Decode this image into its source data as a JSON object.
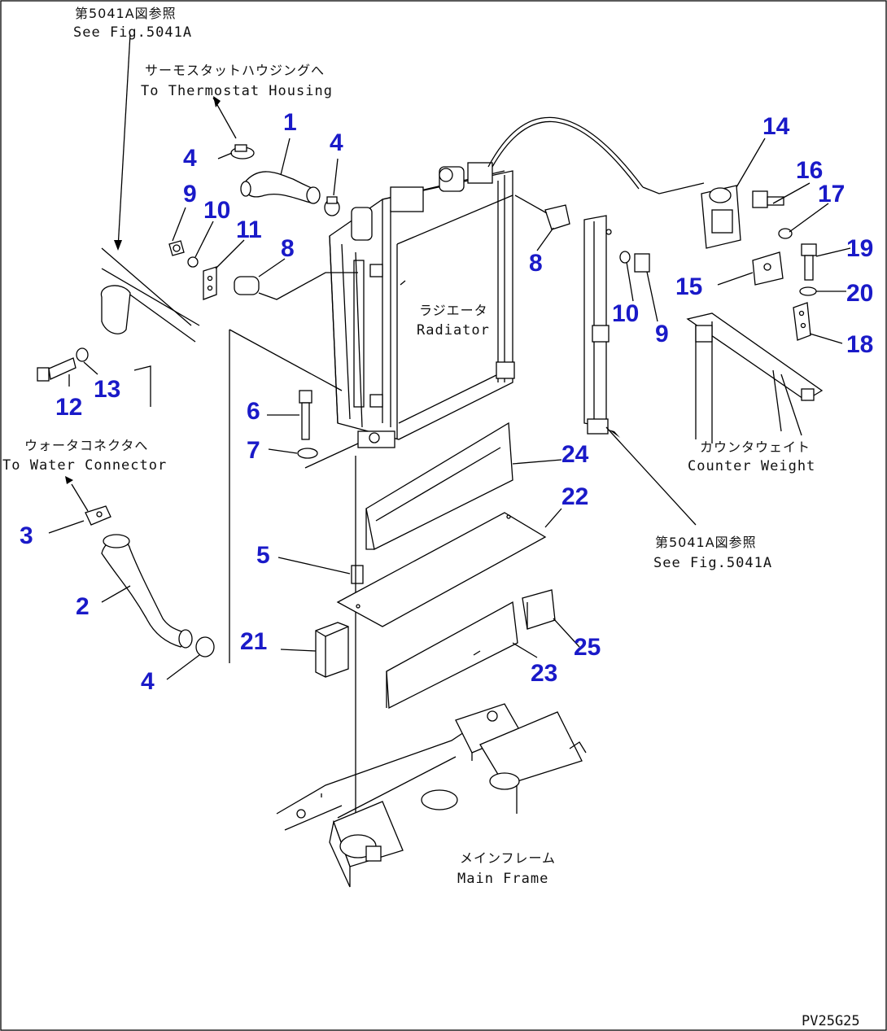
{
  "labels": {
    "see_fig_top_jp": "第5041A図参照",
    "see_fig_top_en": "See Fig.5041A",
    "thermostat_jp": "サーモスタットハウジングへ",
    "thermostat_en": "To Thermostat Housing",
    "radiator_jp": "ラジエータ",
    "radiator_en": "Radiator",
    "water_jp": "ウォータコネクタへ",
    "water_en": "To Water Connector",
    "counter_jp": "カウンタウェイト",
    "counter_en": "Counter Weight",
    "see_fig_right_jp": "第5041A図参照",
    "see_fig_right_en": "See Fig.5041A",
    "main_frame_jp": "メインフレーム",
    "main_frame_en": "Main Frame",
    "drawing_code": "PV25G25"
  },
  "callouts": [
    {
      "id": "c1",
      "text": "1"
    },
    {
      "id": "c2",
      "text": "2"
    },
    {
      "id": "c3",
      "text": "3"
    },
    {
      "id": "c4a",
      "text": "4"
    },
    {
      "id": "c4b",
      "text": "4"
    },
    {
      "id": "c4c",
      "text": "4"
    },
    {
      "id": "c5",
      "text": "5"
    },
    {
      "id": "c6",
      "text": "6"
    },
    {
      "id": "c7",
      "text": "7"
    },
    {
      "id": "c8a",
      "text": "8"
    },
    {
      "id": "c8b",
      "text": "8"
    },
    {
      "id": "c9a",
      "text": "9"
    },
    {
      "id": "c9b",
      "text": "9"
    },
    {
      "id": "c10a",
      "text": "10"
    },
    {
      "id": "c10b",
      "text": "10"
    },
    {
      "id": "c11",
      "text": "11"
    },
    {
      "id": "c12",
      "text": "12"
    },
    {
      "id": "c13",
      "text": "13"
    },
    {
      "id": "c14",
      "text": "14"
    },
    {
      "id": "c15",
      "text": "15"
    },
    {
      "id": "c16",
      "text": "16"
    },
    {
      "id": "c17",
      "text": "17"
    },
    {
      "id": "c18",
      "text": "18"
    },
    {
      "id": "c19",
      "text": "19"
    },
    {
      "id": "c20",
      "text": "20"
    },
    {
      "id": "c21",
      "text": "21"
    },
    {
      "id": "c22",
      "text": "22"
    },
    {
      "id": "c23",
      "text": "23"
    },
    {
      "id": "c24",
      "text": "24"
    },
    {
      "id": "c25",
      "text": "25"
    }
  ],
  "colors": {
    "callout": "#1a1ac8",
    "line": "#000000"
  }
}
